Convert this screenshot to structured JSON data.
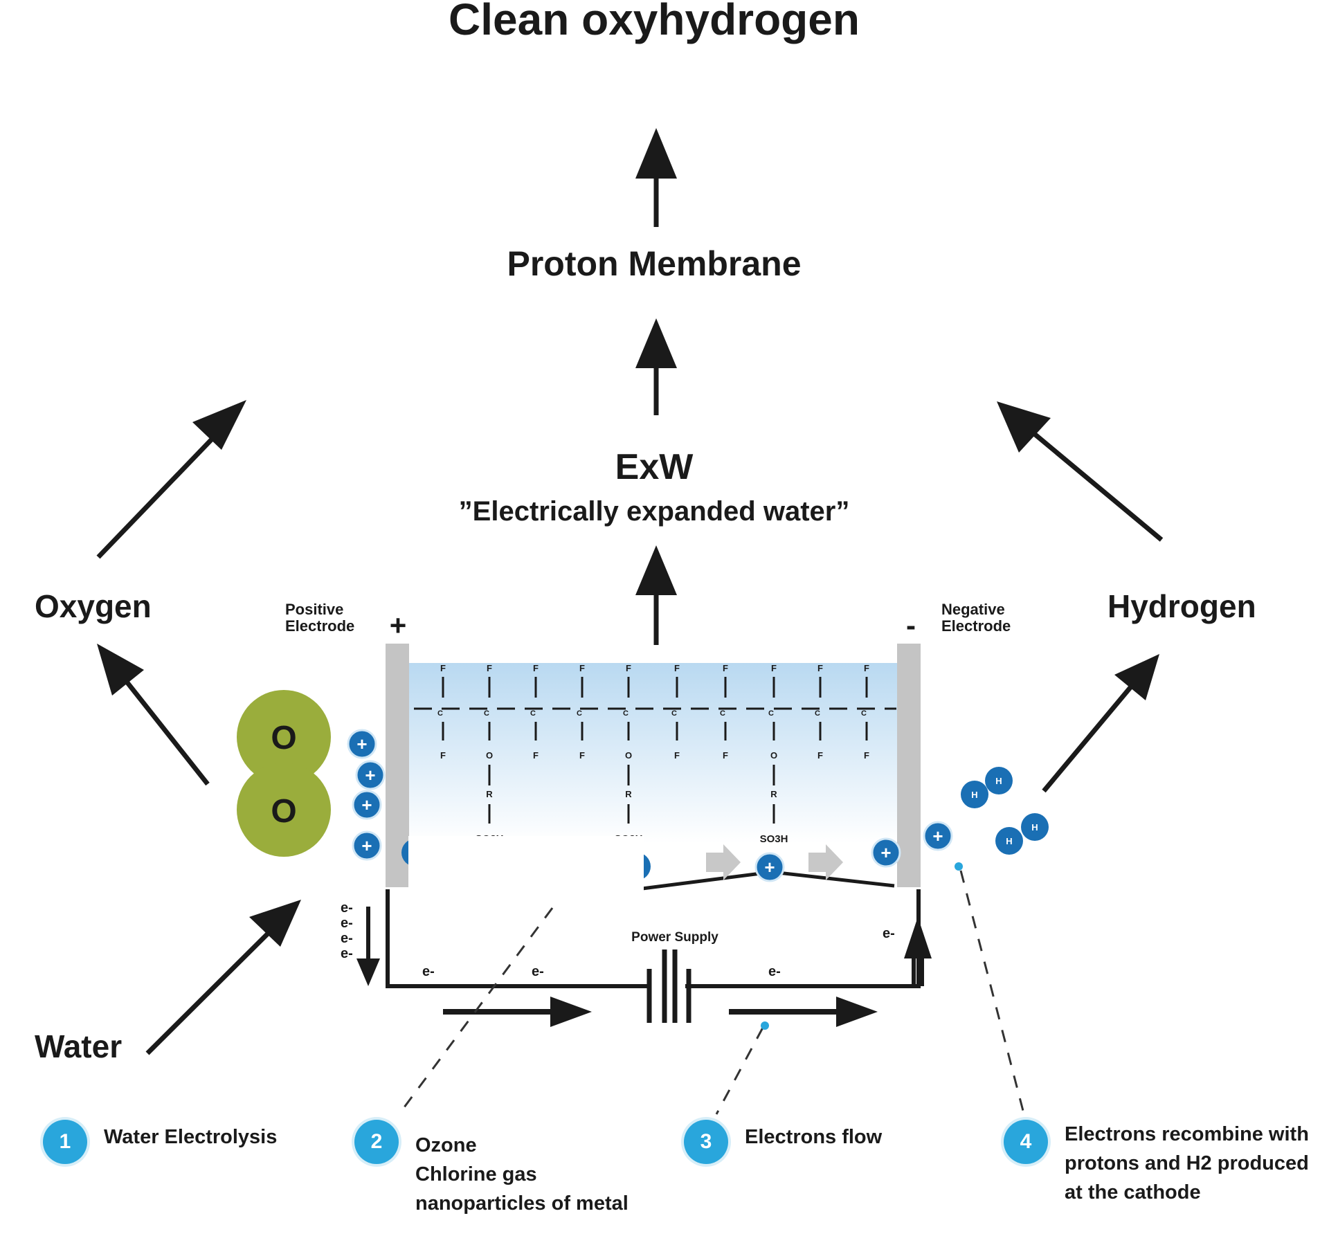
{
  "title": "Clean oxyhydrogen",
  "stages": {
    "membrane": "Proton Membrane",
    "exw": "ExW",
    "exw_desc": "”Electrically expanded water”"
  },
  "side_labels": {
    "oxygen": "Oxygen",
    "hydrogen": "Hydrogen",
    "water": "Water"
  },
  "electrodes": {
    "positive_label": "Positive\nElectrode",
    "positive_sign": "+",
    "negative_label": "Negative\nElectrode",
    "negative_sign": "-"
  },
  "molecules": {
    "oxygen_atom": "O",
    "proton_sign": "+",
    "hydrogen_atom": "H"
  },
  "membrane_chem": {
    "fluorine": "F",
    "carbon": "C",
    "oxygen": "O",
    "side_chain": "R",
    "sulfonic": "SO3H"
  },
  "circuit": {
    "electron": "e-",
    "power_supply": "Power Supply"
  },
  "legend": [
    {
      "num": "1",
      "text": "Water Electrolysis"
    },
    {
      "num": "2",
      "text": "Ozone\nChlorine gas\nnanoparticles of metal"
    },
    {
      "num": "3",
      "text": "Electrons flow"
    },
    {
      "num": "4",
      "text": "Electrons recombine with\nprotons and H2 produced\nat the cathode"
    }
  ],
  "colors": {
    "oxygen_green": "#9aad3c",
    "proton_blue": "#1a6fb4",
    "legend_blue": "#29a6dc",
    "electrode_gray": "#c4c4c4",
    "flow_arrow_gray": "#c8c8c8",
    "water_gradient_top": "#b9d9f1"
  }
}
